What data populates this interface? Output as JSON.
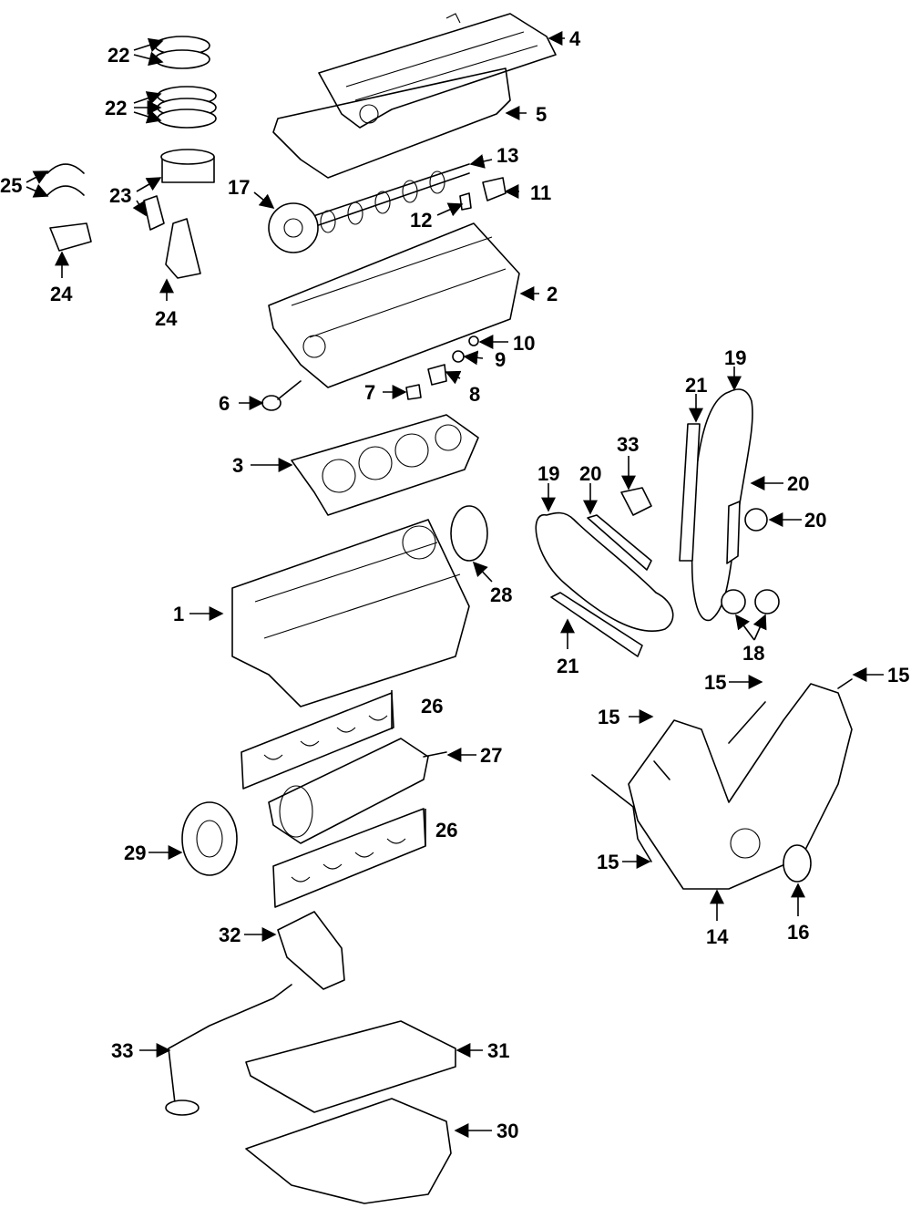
{
  "callouts": {
    "c1": "1",
    "c2": "2",
    "c3": "3",
    "c4": "4",
    "c5": "5",
    "c6": "6",
    "c7": "7",
    "c8": "8",
    "c9": "9",
    "c10": "10",
    "c11": "11",
    "c12": "12",
    "c13": "13",
    "c14": "14",
    "c15a": "15",
    "c15b": "15",
    "c15c": "15",
    "c15d": "15",
    "c16": "16",
    "c17": "17",
    "c18": "18",
    "c19a": "19",
    "c19b": "19",
    "c20a": "20",
    "c20b": "20",
    "c20c": "20",
    "c21a": "21",
    "c21b": "21",
    "c22a": "22",
    "c22b": "22",
    "c23": "23",
    "c24a": "24",
    "c24b": "24",
    "c25": "25",
    "c26a": "26",
    "c26b": "26",
    "c27": "27",
    "c28": "28",
    "c29": "29",
    "c30": "30",
    "c31": "31",
    "c32": "32",
    "c33a": "33",
    "c33b": "33"
  }
}
